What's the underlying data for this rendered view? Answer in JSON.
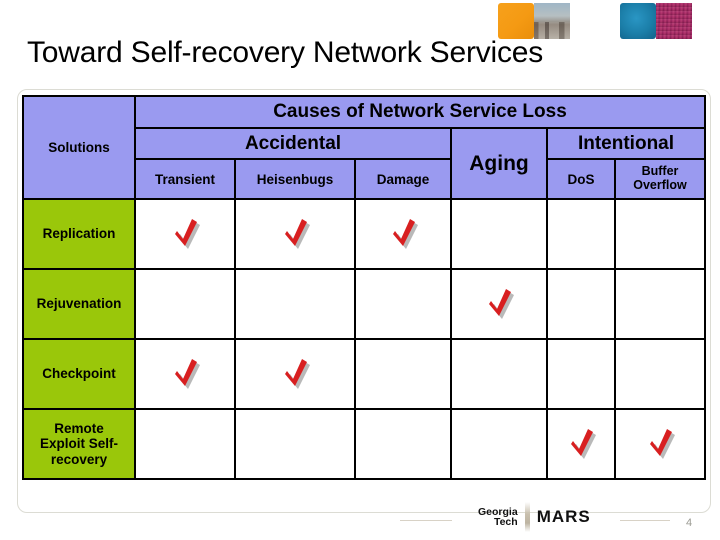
{
  "slide": {
    "title": "Toward Self-recovery Network Services",
    "page_number": "4"
  },
  "decorations": {
    "tiles": [
      {
        "name": "orange-tile",
        "color": "#f59a13"
      },
      {
        "name": "photo-tile",
        "color": "#a8a79c"
      },
      {
        "name": "blue-tile",
        "color": "#1b7ea8"
      },
      {
        "name": "magenta-tile",
        "color": "#a82a66"
      },
      {
        "name": "green-tile",
        "color": "#4cb84c"
      }
    ]
  },
  "table": {
    "corner_label": "Solutions",
    "group_label": "Causes of Network Service Loss",
    "groups": [
      {
        "label": "Accidental",
        "span": 3
      },
      {
        "label": "Aging",
        "span": 1
      },
      {
        "label": "Intentional",
        "span": 2
      }
    ],
    "columns": [
      "Transient",
      "Heisenbugs",
      "Damage",
      "Aging",
      "DoS",
      "Buffer Overflow"
    ],
    "column_buffer_overflow_line1": "Buffer",
    "column_buffer_overflow_line2": "Overflow",
    "rows": [
      {
        "label": "Replication",
        "label_lines": [
          "Replication"
        ],
        "marks": [
          true,
          true,
          true,
          false,
          false,
          false
        ]
      },
      {
        "label": "Rejuvenation",
        "label_lines": [
          "Rejuvenation"
        ],
        "marks": [
          false,
          false,
          false,
          true,
          false,
          false
        ]
      },
      {
        "label": "Checkpoint",
        "label_lines": [
          "Checkpoint"
        ],
        "marks": [
          true,
          true,
          false,
          false,
          false,
          false
        ]
      },
      {
        "label": "Remote Exploit Self-recovery",
        "label_lines": [
          "Remote",
          "Exploit Self-",
          "recovery"
        ],
        "marks": [
          false,
          false,
          false,
          false,
          true,
          true
        ]
      }
    ],
    "mark_icon": "red-checkmark",
    "colors": {
      "header_fill": "#9a9af0",
      "solution_fill": "#9ac70a",
      "cell_fill": "#ffffff",
      "border": "#000000",
      "check": "#d81f20"
    }
  },
  "footer": {
    "org_line1": "Georgia",
    "org_line2": "Tech",
    "lab": "MARS"
  }
}
